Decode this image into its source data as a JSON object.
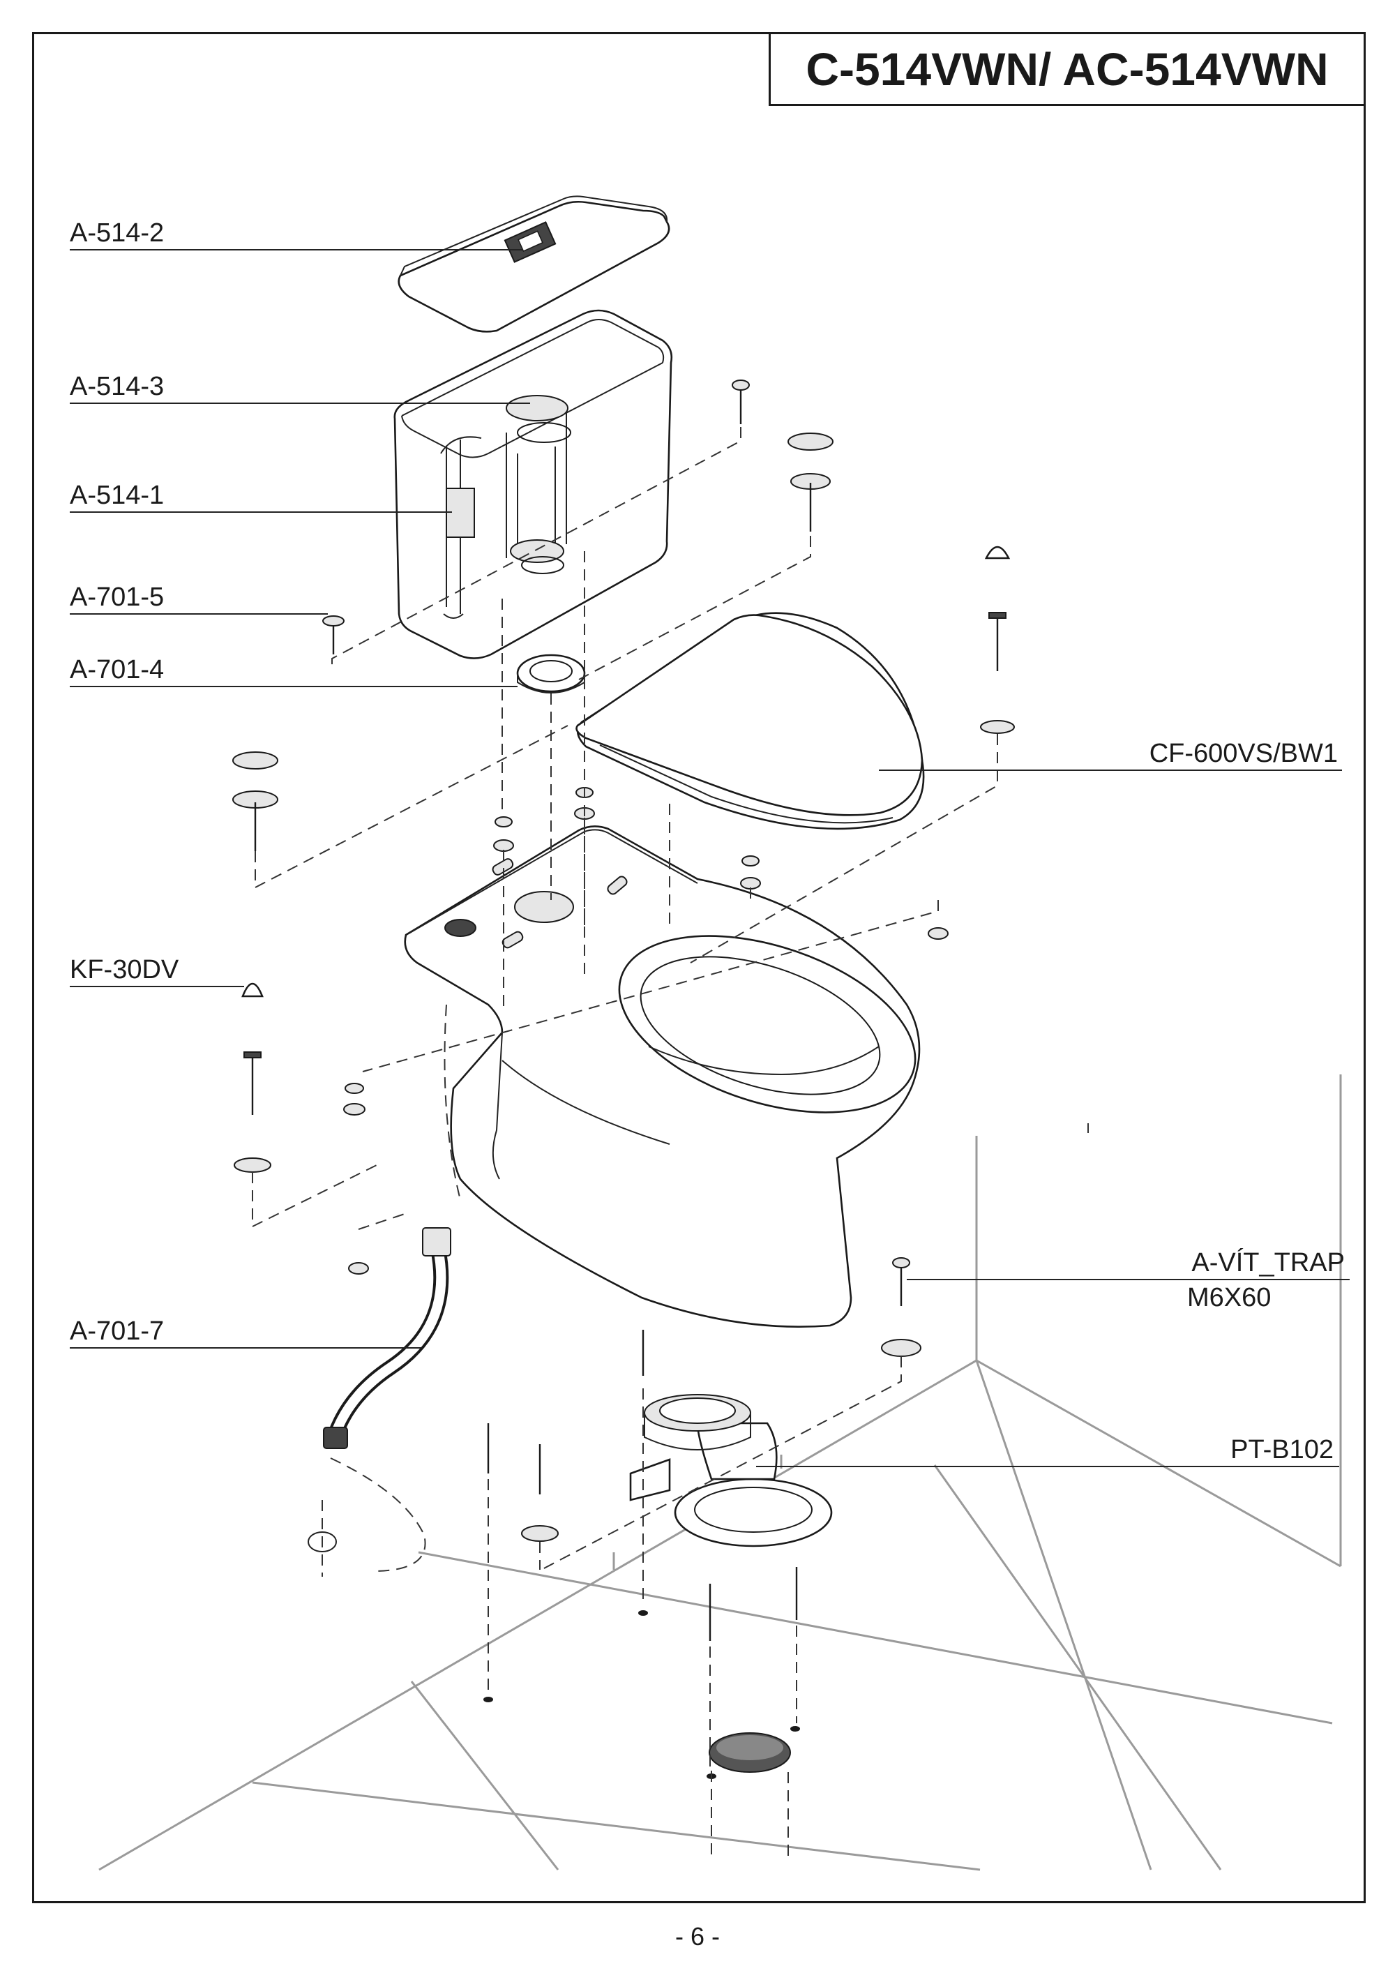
{
  "document": {
    "title": "C-514VWN/ AC-514VWN",
    "page_number": "- 6 -"
  },
  "part_labels": {
    "a514_2": "A-514-2",
    "a514_3": "A-514-3",
    "a514_1": "A-514-1",
    "a701_5": "A-701-5",
    "a701_4": "A-701-4",
    "cf600": "CF-600VS/BW1",
    "kf30": "KF-30DV",
    "vit_trap": "A-VÍT_TRAP",
    "vit_trap_size": "M6X60",
    "a701_7": "A-701-7",
    "ptb102": "PT-B102"
  }
}
